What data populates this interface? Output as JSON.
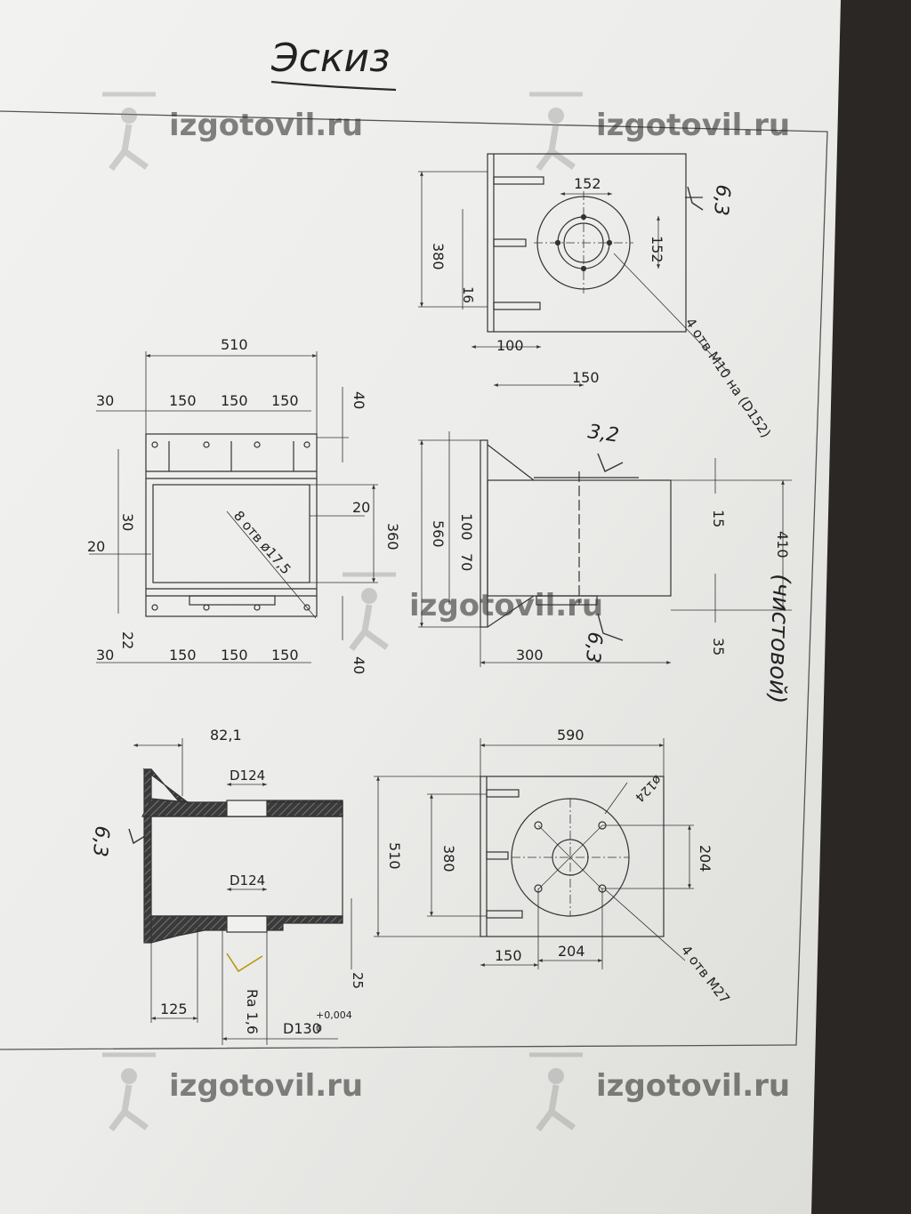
{
  "header": {
    "title": "Эскиз"
  },
  "watermark": {
    "text": "izgotovil.ru",
    "icon": "weightlifter-logo"
  },
  "views": {
    "top_right": {
      "dims": {
        "overall_height": "380",
        "hole_spacing_h": "152",
        "hole_spacing_v": "152",
        "rib_gap": "16",
        "left_offset": "100",
        "center_offset": "150"
      },
      "note": "4 отв М10 на (D152)",
      "roughness": "6,3"
    },
    "front_left": {
      "dims": {
        "width": "510",
        "margin_left": "30",
        "pitch": [
          "150",
          "150",
          "150"
        ],
        "top_offset": "40",
        "inner_margin": "20",
        "inner_margin_left": "20",
        "side_30": "30",
        "height": "360",
        "bottom_22": "22",
        "bottom_40": "40",
        "bottom_margin": "30",
        "bottom_pitch": [
          "150",
          "150",
          "150"
        ]
      },
      "note": "8 отв ø17,5"
    },
    "side_middle": {
      "dims": {
        "total": "560",
        "seg_100": "100",
        "seg_70": "70",
        "length": "300",
        "right_15": "15",
        "right_410": "410",
        "right_35": "35"
      },
      "roughness_top": "3,2",
      "roughness_bottom": "6,3",
      "note": "(чистовой)"
    },
    "section_left": {
      "dims": {
        "offset": "82,1",
        "bore_top": "D124",
        "bore_bottom": "D124",
        "base": "125",
        "right_25": "25"
      },
      "roughness_left": "6,3",
      "roughness_ra": "Ra 1,6",
      "tolerance": {
        "nominal": "D130",
        "upper": "+0,004",
        "lower": "0"
      }
    },
    "bottom_right": {
      "dims": {
        "width": "590",
        "height": "510",
        "inner": "380",
        "bolt_circle": "ø124",
        "spacing_v": "204",
        "offset": "150",
        "spacing_h": "204"
      },
      "note": "4 отв М27"
    }
  }
}
